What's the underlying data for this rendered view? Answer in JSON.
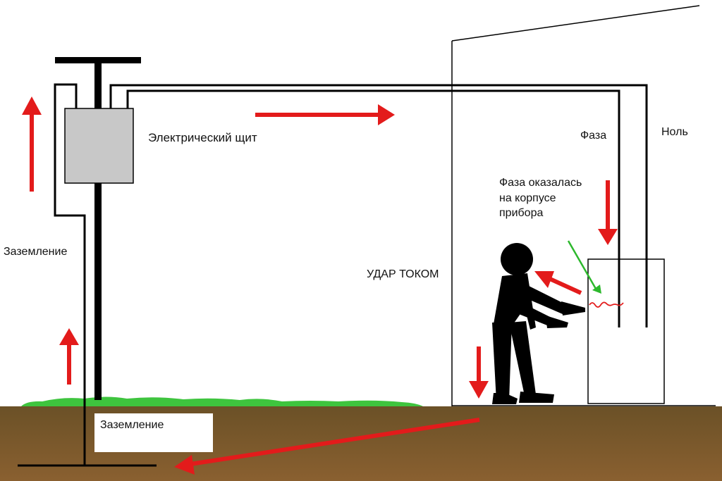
{
  "labels": {
    "panel": "Электрический щит",
    "phase": "Фаза",
    "neutral": "Ноль",
    "fault": [
      "Фаза оказалась",
      "на корпусе",
      "прибора"
    ],
    "shock": "УДАР ТОКОМ",
    "ground_left": "Заземление",
    "ground_box": "Заземление"
  },
  "colors": {
    "wire": "#000000",
    "current_arrow": "#e31b1b",
    "indicator_arrow": "#2db82d",
    "soil_top": "#6b5127",
    "soil_bottom": "#8a6030",
    "grass": "#3ec43e",
    "panel_fill": "#c8c8c8",
    "spark": "#e31b1b"
  },
  "icons": {
    "person": "person-silhouette-icon",
    "appliance": "appliance-box-icon"
  }
}
